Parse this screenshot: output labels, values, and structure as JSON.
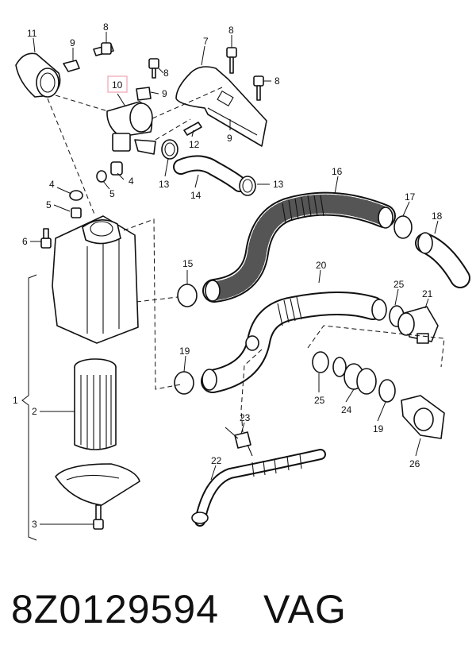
{
  "diagram": {
    "highlighted_callout": "10",
    "highlight_color": "#f4b6c0",
    "callouts": [
      "1",
      "2",
      "3",
      "4",
      "4",
      "5",
      "5",
      "6",
      "7",
      "8",
      "8",
      "8",
      "9",
      "9",
      "9",
      "10",
      "11",
      "12",
      "13",
      "13",
      "14",
      "15",
      "16",
      "17",
      "18",
      "19",
      "19",
      "20",
      "21",
      "22",
      "23",
      "24",
      "25",
      "25",
      "26"
    ]
  },
  "footer": {
    "part_number": "8Z0129594",
    "brand": "VAG"
  }
}
